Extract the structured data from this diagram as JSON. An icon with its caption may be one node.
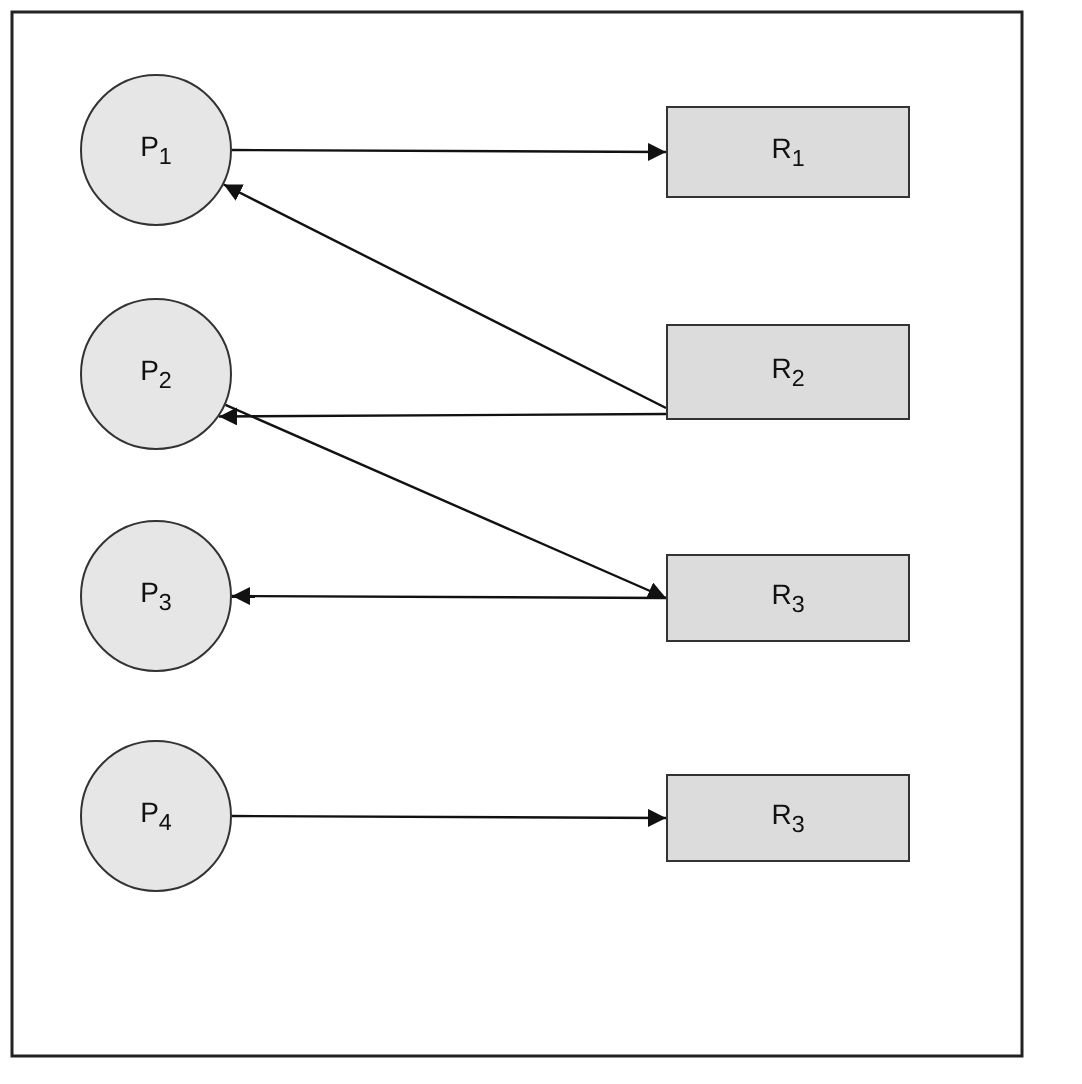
{
  "diagram": {
    "nodes": [
      {
        "text": [
          "P$_{1}$"
        ]
      },
      {
        "text": [
          "R$_{1}$"
        ]
      },
      {
        "text": [
          "P$_{2}$"
        ]
      },
      {
        "text": [
          "R$_{2}$"
        ]
      },
      {
        "text": [
          "P$_{3}$"
        ]
      },
      {
        "text": [
          "R$_{3}$"
        ]
      },
      {
        "text": [
          "P$_{4}$"
        ]
      },
      {
        "text": [
          "R$_{3}$"
        ]
      }
    ],
    "edges": [
      {
        "from": 0,
        "to": 1,
        "arrow": "to"
      },
      {
        "from": 3,
        "to": 0,
        "arrow": "to"
      },
      {
        "from": 3,
        "to": 2,
        "arrow": "to"
      },
      {
        "from": 2,
        "to": 5,
        "arrow": "to"
      },
      {
        "from": 5,
        "to": 4,
        "arrow": "to"
      },
      {
        "from": 6,
        "to": 7,
        "arrow": "to"
      }
    ]
  }
}
